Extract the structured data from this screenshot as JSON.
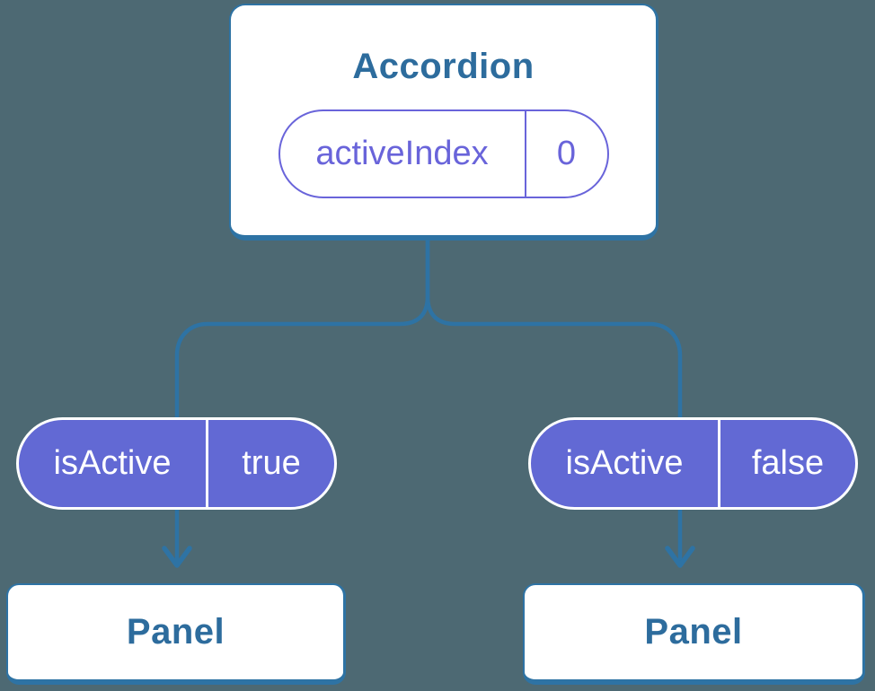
{
  "colors": {
    "background": "#4d6973",
    "line-blue": "#2e73a4",
    "text-blue": "#2d6c9d",
    "node-purple": "#6269d4",
    "outline-purple": "#6964da",
    "surface": "#ffffff"
  },
  "tree": {
    "root": {
      "title": "Accordion",
      "prop": {
        "name": "activeIndex",
        "value": "0"
      }
    },
    "branches": [
      {
        "state": {
          "name": "isActive",
          "value": "true"
        },
        "child": {
          "label": "Panel"
        }
      },
      {
        "state": {
          "name": "isActive",
          "value": "false"
        },
        "child": {
          "label": "Panel"
        }
      }
    ]
  }
}
